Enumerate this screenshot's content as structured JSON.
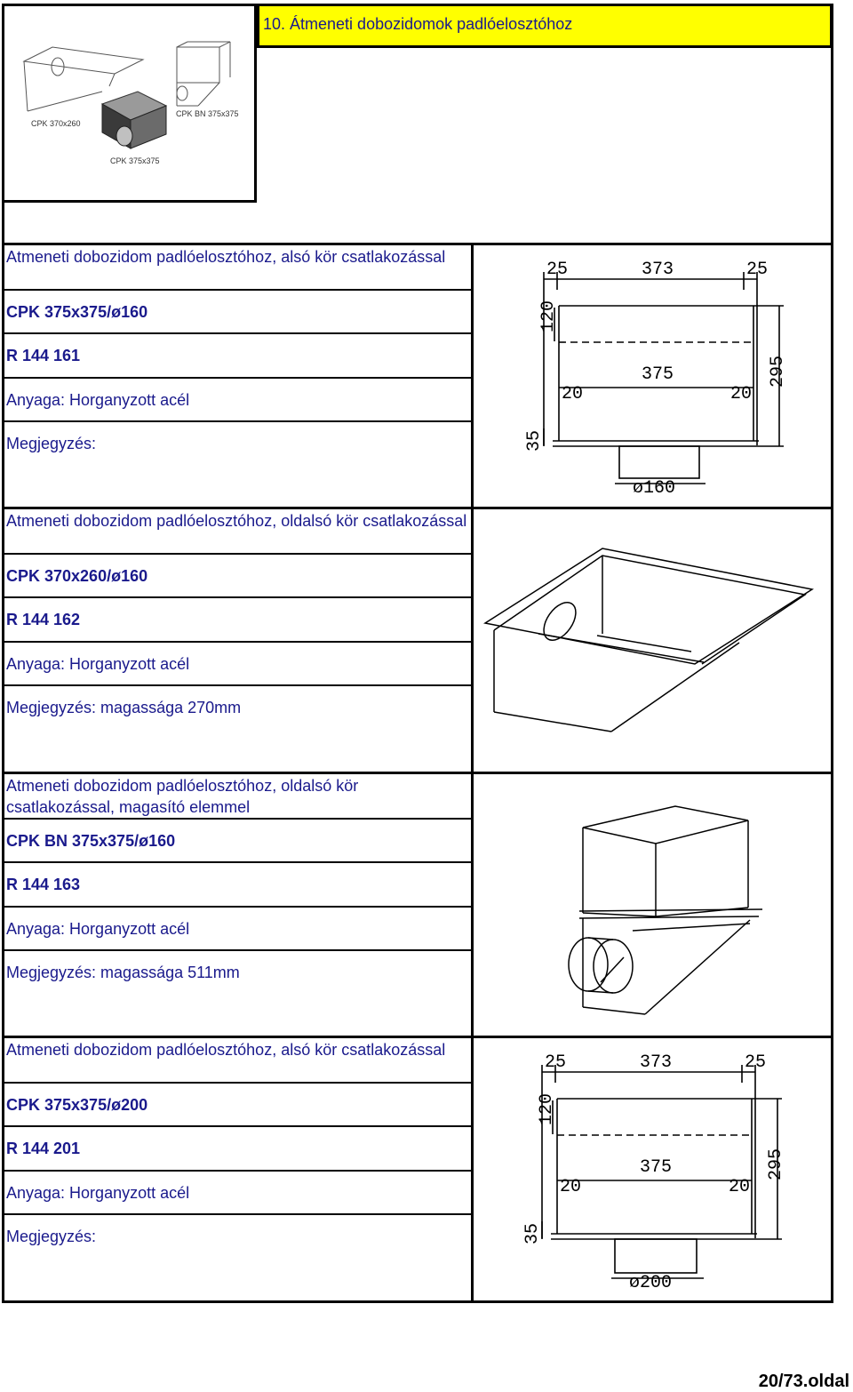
{
  "header": {
    "title": "10. Átmeneti dobozidomok padlóelosztóhoz",
    "thumb_labels": [
      "CPK 370x260",
      "CPK BN 375x375",
      "CPK 375x375"
    ]
  },
  "products": [
    {
      "description": "Atmeneti dobozidom padlóelosztóhoz, alsó kör csatlakozással",
      "code": "CPK 375x375/ø160",
      "article": "R 144 161",
      "material": "Anyaga: Horganyzott acél",
      "note": "Megjegyzés:",
      "dims": {
        "left": "25",
        "mid": "373",
        "right": "25",
        "h1": "120",
        "width": "375",
        "s1": "20",
        "s2": "20",
        "height": "295",
        "base": "35",
        "dia": "ø160"
      }
    },
    {
      "description": "Atmeneti dobozidom padlóelosztóhoz, oldalsó kör csatlakozással",
      "code": "CPK 370x260/ø160",
      "article": "R 144 162",
      "material": "Anyaga: Horganyzott acél",
      "note": "Megjegyzés: magassága 270mm"
    },
    {
      "description": "Atmeneti dobozidom padlóelosztóhoz, oldalsó kör csatlakozással, magasító elemmel",
      "code": "CPK BN 375x375/ø160",
      "article": "R 144 163",
      "material": "Anyaga: Horganyzott acél",
      "note": "Megjegyzés: magassága 511mm"
    },
    {
      "description": "Atmeneti dobozidom padlóelosztóhoz, alsó kör csatlakozással",
      "code": "CPK 375x375/ø200",
      "article": "R 144 201",
      "material": "Anyaga: Horganyzott acél",
      "note": "Megjegyzés:",
      "dims": {
        "left": "25",
        "mid": "373",
        "right": "25",
        "h1": "120",
        "width": "375",
        "s1": "20",
        "s2": "20",
        "height": "295",
        "base": "35",
        "dia": "ø200"
      }
    }
  ],
  "footer": {
    "page": "20/73.oldal"
  }
}
